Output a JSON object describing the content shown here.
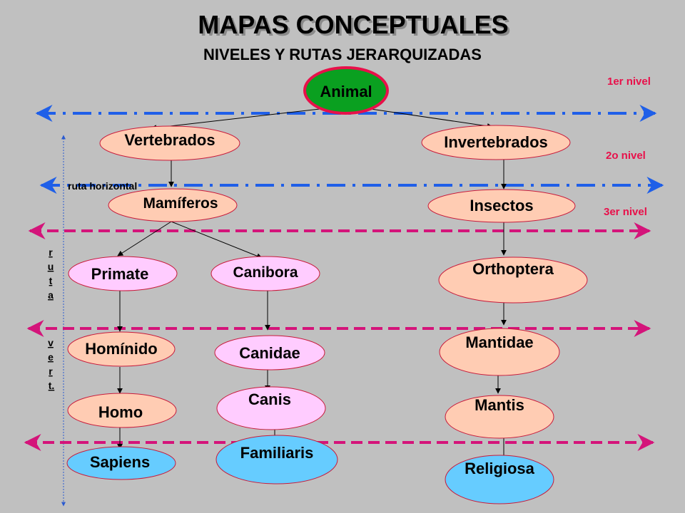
{
  "title": "MAPAS CONCEPTUALES",
  "subtitle": "NIVELES Y RUTAS JERARQUIZADAS",
  "levels": [
    "1er nivel",
    "2o nivel",
    "3er nivel"
  ],
  "route_horizontal_label": "ruta horizontal",
  "route_vertical_letters": [
    "r",
    "u",
    "t",
    "a",
    "v",
    "e",
    "r",
    "t."
  ],
  "nodes": {
    "animal": "Animal",
    "vertebrados": "Vertebrados",
    "invertebrados": "Invertebrados",
    "mamiferos": "Mamíferos",
    "insectos": "Insectos",
    "primate": "Primate",
    "canibora": "Canibora",
    "orthoptera": "Orthoptera",
    "hominido": "Homínido",
    "canidae": "Canidae",
    "mantidae": "Mantidae",
    "homo": "Homo",
    "canis": "Canis",
    "mantis": "Mantis",
    "sapiens": "Sapiens",
    "familiaris": "Familiaris",
    "religiosa": "Religiosa"
  },
  "colors": {
    "background": "#c0c0c0",
    "peach": "#ffccb3",
    "pink": "#ffccff",
    "blue": "#66ccff",
    "green": "#0aa020",
    "red_outline": "#e8104a",
    "blue_dash": "#1f5fe8",
    "magenta_dash": "#d4147a"
  }
}
